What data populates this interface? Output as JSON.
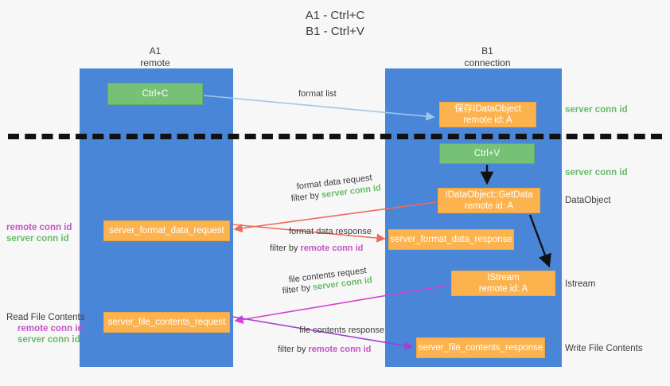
{
  "title": {
    "line1": "A1 - Ctrl+C",
    "line2": "B1 - Ctrl+V"
  },
  "lanes": {
    "a1": {
      "name": "A1",
      "role": "remote",
      "color": "#4a86d8"
    },
    "b1": {
      "name": "B1",
      "role": "connection",
      "color": "#4a86d8"
    }
  },
  "colors": {
    "lane": "#4a86d8",
    "green_box": "#77c176",
    "orange_box": "#fcb34e",
    "server_conn": "#66bb6a",
    "remote_conn": "#c453c4",
    "arrow_blue": "#9ec8ea",
    "arrow_red": "#ef6a5a",
    "arrow_magenta": "#d63fd6",
    "arrow_purple": "#a23fd6",
    "arrow_black": "#111111",
    "background": "#f7f7f7"
  },
  "boxes": {
    "ctrl_c": {
      "label": "Ctrl+C",
      "type": "green"
    },
    "idataobject": {
      "line1": "保存IDataObject",
      "line2": "remote id: A",
      "type": "orange"
    },
    "ctrl_v": {
      "label": "Ctrl+V",
      "type": "green"
    },
    "getdata": {
      "line1": "IDataObject::GetData",
      "line2": "remote id: A",
      "type": "orange"
    },
    "istream": {
      "line1": "IStream",
      "line2": "remote id: A",
      "type": "orange"
    },
    "server_format_data_request": {
      "label": "server_format_data_request",
      "type": "orange"
    },
    "server_format_data_response": {
      "label": "server_format_data_response",
      "type": "orange"
    },
    "server_file_contents_request": {
      "label": "server_file_contents_request",
      "type": "orange"
    },
    "server_file_contents_response": {
      "label": "server_file_contents_response",
      "type": "orange"
    }
  },
  "edge_labels": {
    "format_list": "format list",
    "format_data_request": "format data request",
    "filter_by": "filter by ",
    "server_conn_id": "server conn id",
    "remote_conn_id": "remote conn id",
    "format_data_response": "format data response",
    "file_contents_request": "file contents request",
    "file_contents_response": "file contents response"
  },
  "right_notes": {
    "server_conn_id_1": "server conn id",
    "server_conn_id_2": "server conn id",
    "dataobject": "DataObject",
    "istream": "Istream",
    "write_file_contents": "Write File Contents"
  },
  "left_notes": {
    "remote_conn_id_1": "remote conn id",
    "server_conn_id_1": "server conn id",
    "read_file_contents": "Read File Contents",
    "remote_conn_id_2": "remote conn id",
    "server_conn_id_2": "server conn id"
  }
}
